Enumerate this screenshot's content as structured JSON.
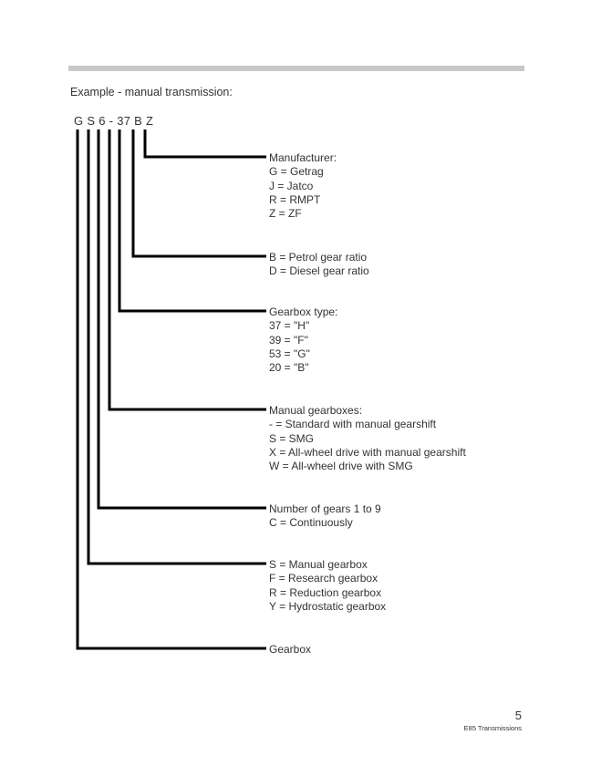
{
  "intro": "Example - manual transmission:",
  "code": "G S 6 - 37 B Z",
  "blocks": [
    {
      "lines": [
        "Manufacturer:",
        "G = Getrag",
        "J = Jatco",
        "R = RMPT",
        "Z = ZF"
      ]
    },
    {
      "lines": [
        "B = Petrol gear ratio",
        "D = Diesel gear ratio"
      ]
    },
    {
      "lines": [
        "Gearbox type:",
        "37 = \"H\"",
        "39 = \"F\"",
        "53 = \"G\"",
        "20 = \"B\""
      ]
    },
    {
      "lines": [
        "Manual gearboxes:",
        "- = Standard with manual gearshift",
        "S = SMG",
        "X = All-wheel drive with manual gearshift",
        "W = All-wheel drive with SMG"
      ]
    },
    {
      "lines": [
        "Number of gears 1 to 9",
        "C = Continuously"
      ]
    },
    {
      "lines": [
        "S = Manual gearbox",
        "F = Research gearbox",
        "R = Reduction gearbox",
        "Y = Hydrostatic gearbox"
      ]
    },
    {
      "lines": [
        "Gearbox"
      ]
    }
  ],
  "footer": {
    "page": "5",
    "title": "E85 Transmissions"
  }
}
